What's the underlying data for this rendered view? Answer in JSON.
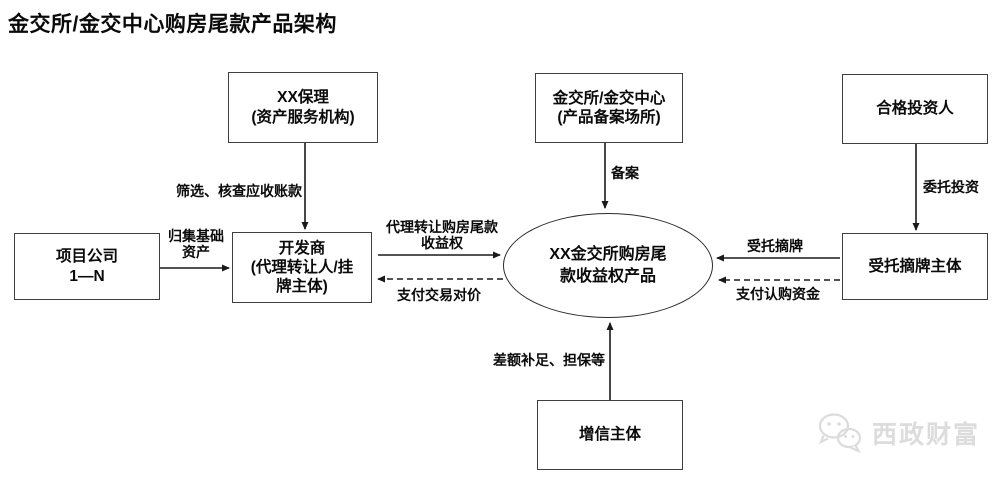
{
  "title": "金交所/金交中心购房尾款产品架构",
  "nodes": {
    "factoring": {
      "lines": [
        "XX保理",
        "(资产服务机构)"
      ]
    },
    "exchange": {
      "lines": [
        "金交所/金交中心",
        "(产品备案场所)"
      ]
    },
    "investors": {
      "lines": [
        "合格投资人"
      ]
    },
    "project": {
      "lines": [
        "项目公司",
        "1—N"
      ]
    },
    "developer": {
      "lines": [
        "开发商",
        "(代理转让人/挂",
        "牌主体)"
      ]
    },
    "delisting": {
      "lines": [
        "受托摘牌主体"
      ]
    },
    "credit": {
      "lines": [
        "增信主体"
      ]
    },
    "product": {
      "lines": [
        "XX金交所购房尾",
        "款收益权产品"
      ]
    }
  },
  "edge_labels": {
    "screen": "筛选、核查应收账款",
    "filing": "备案",
    "entrust_invest": "委托投资",
    "collect_line1": "归集基础",
    "collect_line2": "资产",
    "transfer_line1": "代理转让购房尾款",
    "transfer_line2": "收益权",
    "pay_consideration": "支付交易对价",
    "delist": "受托摘牌",
    "pay_subscription": "支付认购资金",
    "guarantee": "差额补足、担保等"
  },
  "watermark": {
    "text": "西政财富"
  },
  "colors": {
    "line": "#1a1a1a",
    "box_border": "#3f3f3f",
    "watermark": "#dcdcdc",
    "background": "#ffffff"
  }
}
